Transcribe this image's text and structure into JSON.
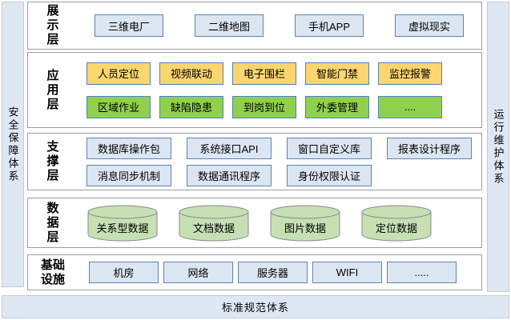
{
  "frame": {
    "left_bar": "安全保障体系",
    "right_bar": "运行维护体系",
    "bottom_bar": "标准规范体系"
  },
  "layers": [
    {
      "id": "presentation",
      "label": "展示层",
      "rows": [
        [
          "三维电厂",
          "二维地图",
          "手机APP",
          "虚拟现实"
        ]
      ]
    },
    {
      "id": "application",
      "label": "应用层",
      "rows": [
        [
          "人员定位",
          "视频联动",
          "电子围栏",
          "智能门禁",
          "监控报警"
        ],
        [
          "区域作业",
          "缺陷隐患",
          "到岗到位",
          "外委管理",
          "...."
        ]
      ]
    },
    {
      "id": "support",
      "label": "支撑层",
      "rows": [
        [
          "数据库操作包",
          "系统接口API",
          "窗口自定义库",
          "报表设计程序"
        ],
        [
          "消息同步机制",
          "数据通讯程序",
          "身份权限认证"
        ]
      ]
    },
    {
      "id": "data",
      "label": "数据层",
      "rows": [
        [
          "关系型数据",
          "文档数据",
          "图片数据",
          "定位数据"
        ]
      ]
    },
    {
      "id": "infrastructure",
      "label": "基础设施",
      "rows": [
        [
          "机房",
          "网络",
          "服务器",
          "WIFI",
          "....."
        ]
      ]
    }
  ],
  "colors": {
    "frame_bar_fill": "#dde8f4",
    "frame_bar_border": "#c9c9c9",
    "panel_border": "#9d9d9d",
    "blue_box_fill": "#dce6f2",
    "blue_box_border": "#5b83b5",
    "yellow_box_fill": "#fbd56e",
    "green_box_fill": "#90d04f",
    "colored_box_border": "#4f81bd",
    "cylinder_fill": "#c6e0b4",
    "cylinder_border": "#898989"
  }
}
